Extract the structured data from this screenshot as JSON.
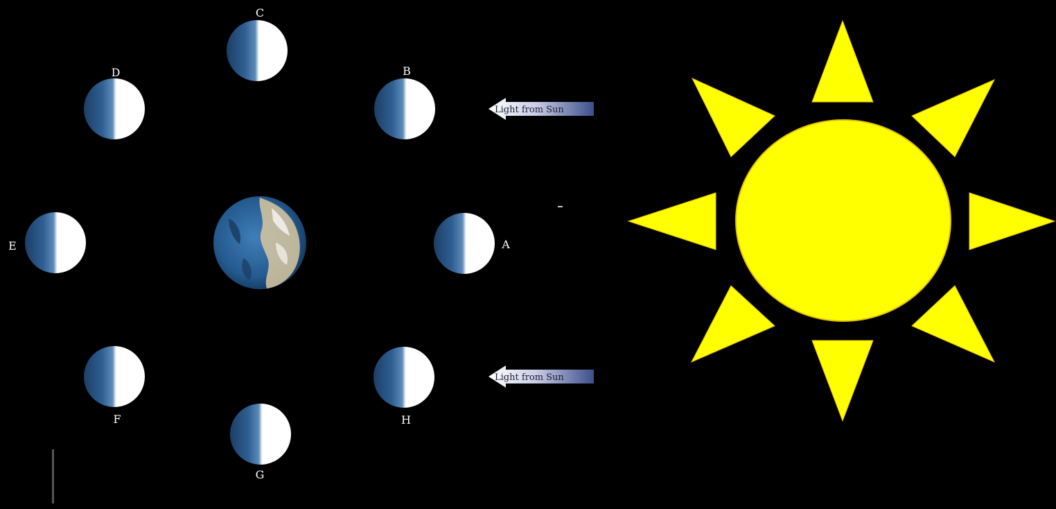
{
  "colors": {
    "background": "#000000",
    "sun_fill": "#ffff00",
    "sun_outline": "#e6c200",
    "moon_lit": "#ffffff",
    "moon_dark": "#2f5f92",
    "arrow_start": "#ffffff",
    "arrow_end": "#3d4f8a"
  },
  "moons": [
    {
      "label": "A"
    },
    {
      "label": "B"
    },
    {
      "label": "C"
    },
    {
      "label": "D"
    },
    {
      "label": "E"
    },
    {
      "label": "F"
    },
    {
      "label": "G"
    },
    {
      "label": "H"
    }
  ],
  "arrows": [
    {
      "text": "Light from Sun"
    },
    {
      "text": "Light from Sun"
    }
  ],
  "icons": {
    "earth": "earth-icon",
    "sun": "sun-icon"
  }
}
